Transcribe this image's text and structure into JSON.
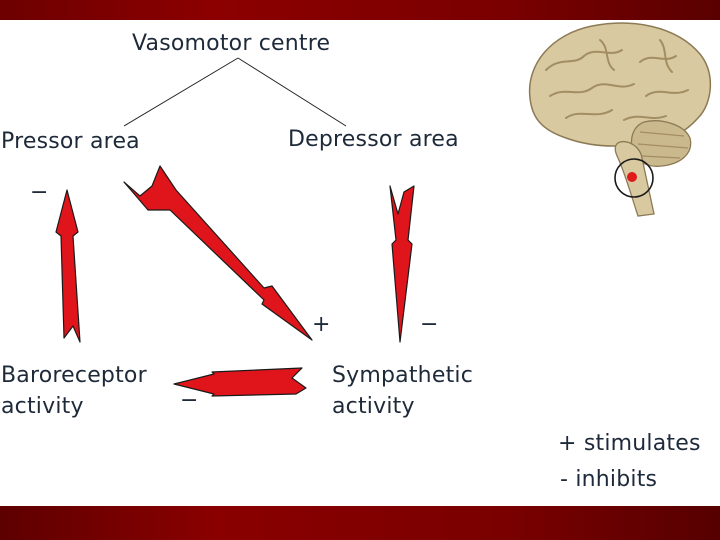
{
  "diagram": {
    "title": "Vasomotor centre",
    "left_node": "Pressor area",
    "right_node": "Depressor area",
    "bottom_left_node_line1": "Baroreceptor",
    "bottom_left_node_line2": "activity",
    "bottom_right_node_line1": "Sympathetic",
    "bottom_right_node_line2": "activity",
    "signs": {
      "baroreceptor_to_pressor": "−",
      "pressor_to_sympathetic": "+",
      "depressor_to_sympathetic": "−",
      "sympathetic_to_baroreceptor": "−"
    }
  },
  "legend": {
    "stimulates": "+ stimulates",
    "inhibits": "- inhibits"
  },
  "colors": {
    "arrow_fill": "#e0151b",
    "arrow_edge": "#1a1a1a",
    "banner": "#7a0000",
    "text": "#1e2a3a",
    "brain_marker": "#e01a1a"
  }
}
